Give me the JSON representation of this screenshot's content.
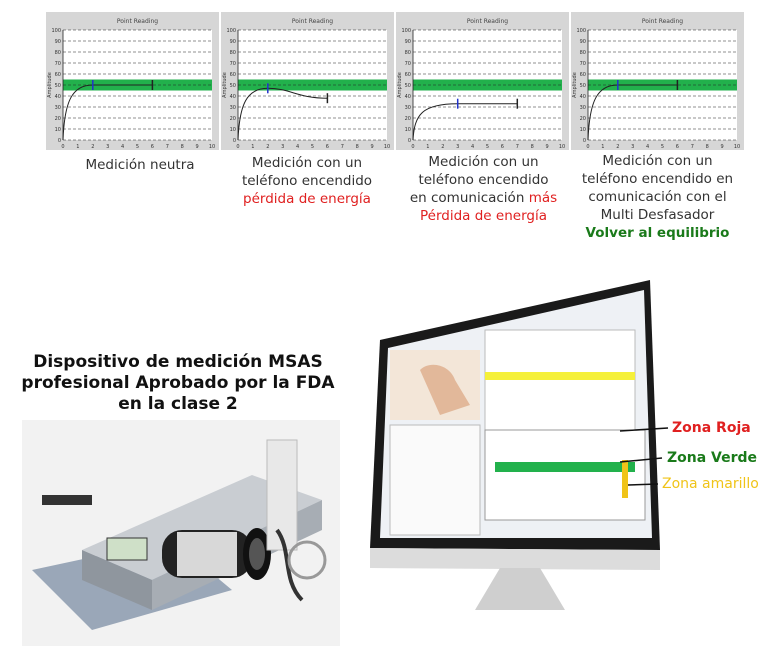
{
  "chart_title": "Point Reading",
  "y_label": "Amplitude",
  "y_ticks": [
    "100",
    "90",
    "80",
    "70",
    "60",
    "50",
    "40",
    "30",
    "20",
    "10",
    "0"
  ],
  "x_ticks": [
    "0",
    "1",
    "2",
    "3",
    "4",
    "5",
    "6",
    "7",
    "8",
    "9",
    "10"
  ],
  "charts": [
    {
      "caption": [
        "Medición neutra"
      ],
      "plateau": 50,
      "marker_x": 2,
      "end_x": 6,
      "end_y": 50
    },
    {
      "caption": [
        "Medición con un",
        "teléfono encendido"
      ],
      "caption_red": "pérdida de energía",
      "plateau": 47,
      "marker_x": 2,
      "end_x": 6,
      "end_y": 38
    },
    {
      "caption": [
        "Medición con un",
        "teléfono encendido",
        "en comunicación"
      ],
      "caption_red_inline": "más",
      "caption_red": "Pérdida de energía",
      "plateau": 33,
      "marker_x": 3,
      "end_x": 7,
      "end_y": 33
    },
    {
      "caption": [
        "Medición con un",
        "teléfono encendido en",
        "comunicación con el",
        "Multi Desfasador"
      ],
      "caption_green": "Volver al equilibrio",
      "plateau": 50,
      "marker_x": 2,
      "end_x": 6,
      "end_y": 50
    }
  ],
  "device_title": [
    "Dispositivo de medición MSAS",
    "profesional Aprobado por la FDA",
    "en la clase 2"
  ],
  "zones": {
    "red": "Zona Roja",
    "green": "Zona Verde",
    "yellow": "Zona amarillo"
  },
  "colors": {
    "red": "#e02020",
    "green": "#1a7a1a",
    "yellow": "#f0c419",
    "band": "#22b14c"
  }
}
